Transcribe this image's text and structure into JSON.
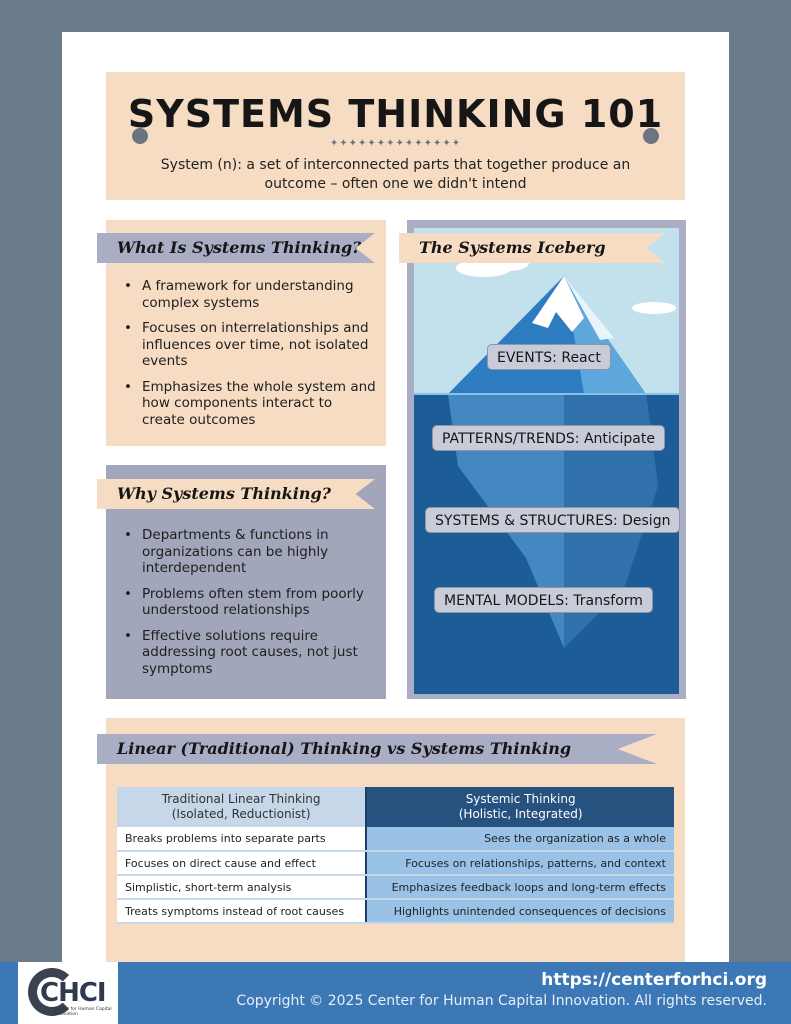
{
  "header": {
    "title": "SYSTEMS THINKING 101",
    "decoration": "✦✦✦✦✦✦✦✦✦✦✦✦✦✦",
    "definition": "System (n):  a set of interconnected parts that together produce an outcome – often one we didn't intend"
  },
  "what": {
    "heading": "What Is Systems Thinking?",
    "bullets": [
      "A framework for understanding complex systems",
      "Focuses on interrelationships and influences over time, not isolated events",
      "Emphasizes the whole system and how components interact to create outcomes"
    ]
  },
  "why": {
    "heading": "Why Systems Thinking?",
    "bullets": [
      "Departments & functions in organizations can be highly interdependent",
      "Problems often stem from poorly understood relationships",
      "Effective solutions require addressing root causes, not just symptoms"
    ]
  },
  "iceberg": {
    "heading": "The Systems Iceberg",
    "levels": [
      "EVENTS: React",
      "PATTERNS/TRENDS: Anticipate",
      "SYSTEMS & STRUCTURES: Design",
      "MENTAL MODELS: Transform"
    ]
  },
  "comparison": {
    "heading": "Linear (Traditional) Thinking  vs  Systems Thinking",
    "left_header": [
      "Traditional Linear Thinking",
      "(Isolated, Reductionist)"
    ],
    "right_header": [
      "Systemic Thinking",
      "(Holistic, Integrated)"
    ],
    "rows": [
      {
        "left": "Breaks problems into separate parts",
        "right": "Sees the organization as a whole"
      },
      {
        "left": "Focuses on direct cause and effect",
        "right": "Focuses on relationships, patterns, and context"
      },
      {
        "left": "Simplistic, short-term analysis",
        "right": "Emphasizes feedback loops and long-term effects"
      },
      {
        "left": "Treats symptoms instead of root causes",
        "right": "Highlights unintended consequences of decisions"
      }
    ]
  },
  "footer": {
    "logo_text": "CHCI",
    "logo_sub": "Center for Human Capital Innovation",
    "url": "https://centerforhci.org",
    "copyright": "Copyright © 2025 Center for Human Capital Innovation. All rights reserved."
  },
  "colors": {
    "background": "#6a7b8c",
    "peach": "#f6dcc2",
    "lavender": "#a9aec4",
    "footer_blue": "#3b78b5",
    "table_dark": "#27527f",
    "table_light": "#99c2e6"
  }
}
